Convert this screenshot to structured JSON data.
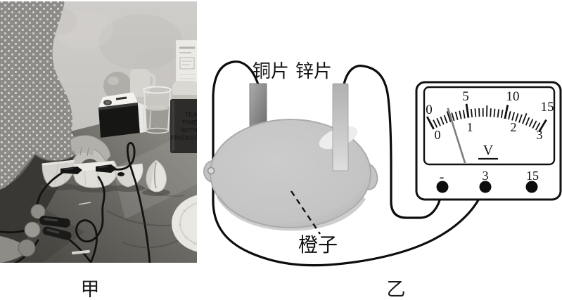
{
  "captions": {
    "photo": "甲",
    "diagram": "乙"
  },
  "photo": {
    "canister_lines": [
      "TEA",
      "TIME",
      "WITH",
      "FRIENDS"
    ]
  },
  "diagram": {
    "copper_plate_label": "铜片",
    "zinc_plate_label": "锌片",
    "orange_label": "橙子",
    "voltmeter": {
      "unit": "V",
      "outer_scale_labels": [
        "0",
        "5",
        "10",
        "15"
      ],
      "inner_scale_labels": [
        "0",
        "1",
        "2",
        "3"
      ],
      "terminal_labels": [
        "-",
        "3",
        "15"
      ],
      "outer_range": [
        0,
        15
      ],
      "inner_range": [
        0,
        3
      ],
      "needle_reading_outer": 2.7,
      "needle_reading_inner": 0.54,
      "scale": {
        "total_divisions": 30,
        "major_every": 10,
        "medium_every": 5
      }
    }
  }
}
